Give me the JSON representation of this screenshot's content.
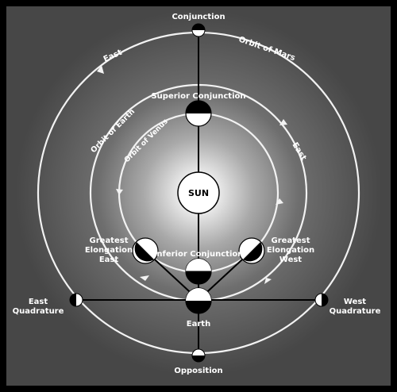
{
  "labels": {
    "conjunction": "Conjunction",
    "orbit_mars": "Orbit of Mars",
    "east_outer": "East",
    "superior_conjunction": "Superior Conjunction",
    "orbit_earth": "Orbit of Earth",
    "orbit_venus": "Orbit of Venus",
    "east_inner": "East",
    "sun": "SUN",
    "ge_east_1": "Greatest",
    "ge_east_2": "Elongation",
    "ge_east_3": "East",
    "ge_west_1": "Greatest",
    "ge_west_2": "Elongation",
    "ge_west_3": "West",
    "inferior_conjunction": "Inferior Conjunction",
    "east_quad_1": "East",
    "east_quad_2": "Quadrature",
    "west_quad_1": "West",
    "west_quad_2": "Quadrature",
    "earth": "Earth",
    "opposition": "Opposition"
  },
  "colors": {
    "frame": "#000000",
    "background": "#4a4a4a",
    "orbit": "#f2f2f2",
    "sun_glow": "#ffffff",
    "label": "#ffffff"
  }
}
